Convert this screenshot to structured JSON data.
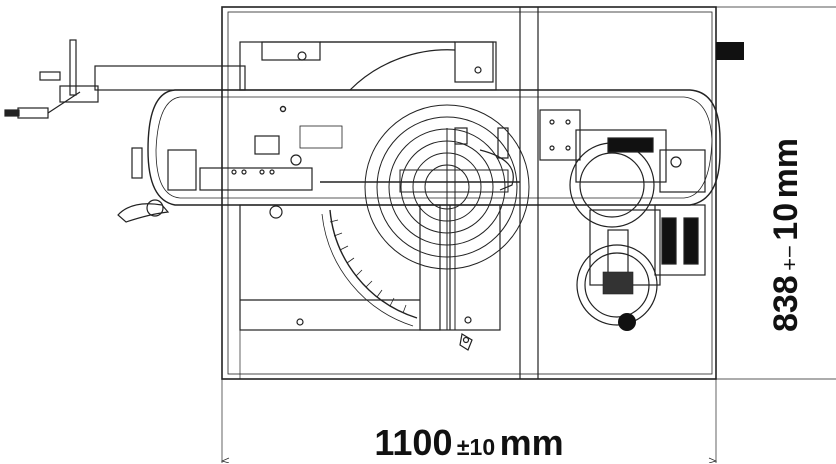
{
  "dimensions": {
    "width": {
      "value": "1100",
      "tolerance": "±10",
      "unit": "mm"
    },
    "height": {
      "value": "838",
      "tolerance_sign": "+−",
      "tolerance": "10",
      "unit": "mm"
    }
  },
  "colors": {
    "line": "#222222",
    "fill_dark": "#111111",
    "background": "#ffffff"
  }
}
